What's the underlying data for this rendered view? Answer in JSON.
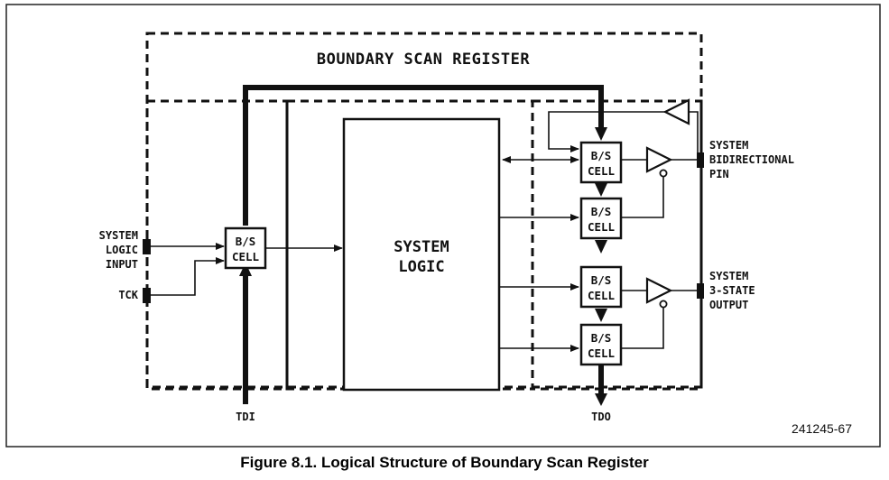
{
  "title": "BOUNDARY SCAN REGISTER",
  "system_logic_label": [
    "SYSTEM",
    "LOGIC"
  ],
  "cell_label": [
    "B/S",
    "CELL"
  ],
  "left_input_label": [
    "SYSTEM",
    "LOGIC",
    "INPUT"
  ],
  "tck_label": "TCK",
  "tdi_label": "TDI",
  "tdo_label": "TDO",
  "bidir_label": [
    "SYSTEM",
    "BIDIRECTIONAL",
    "PIN"
  ],
  "tristate_label": [
    "SYSTEM",
    "3-STATE",
    "OUTPUT"
  ],
  "figure_ref": "241245-67",
  "caption": "Figure 8.1. Logical Structure of Boundary Scan Register"
}
